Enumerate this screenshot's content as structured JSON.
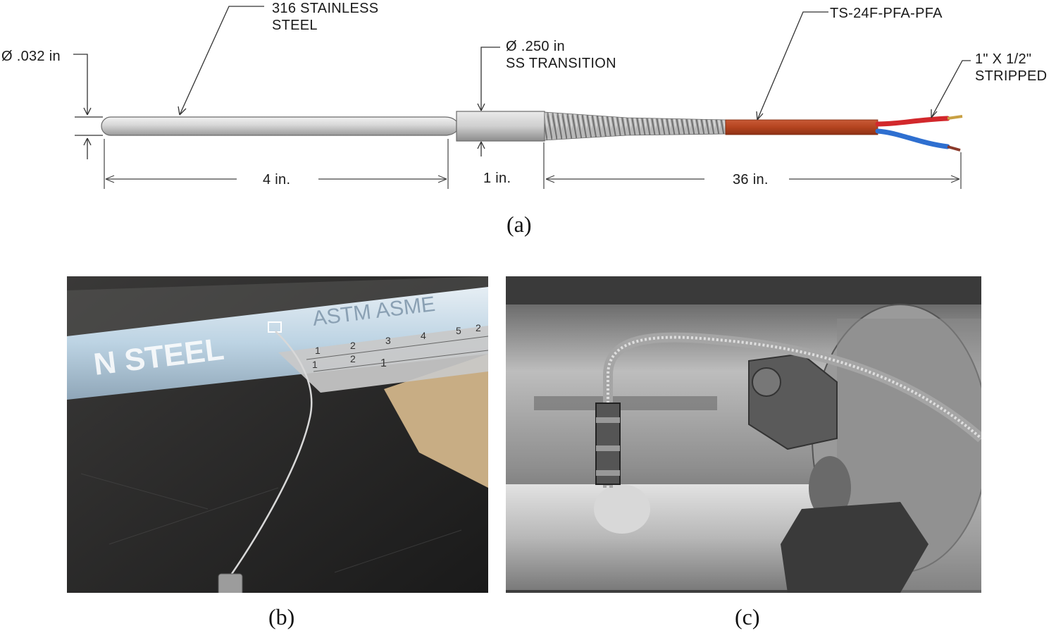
{
  "figure": {
    "panel_a": {
      "caption": "(a)",
      "labels": {
        "material_line1": "316 STAINLESS",
        "material_line2": "STEEL",
        "tip_diameter": "Ø .032 in",
        "transition_line1": "Ø .250 in",
        "transition_line2": "SS TRANSITION",
        "wire_type": "TS-24F-PFA-PFA",
        "stripped_line1": "1\" X 1/2\"",
        "stripped_line2": "STRIPPED",
        "dim_probe": "4 in.",
        "dim_transition": "1 in.",
        "dim_wire": "36 in."
      }
    },
    "panel_b": {
      "caption": "(b)",
      "pipe_text_1": "N STEEL",
      "pipe_text_2": "ASTM ASME",
      "ruler_marks": [
        "1",
        "2",
        "3",
        "4",
        "5",
        "2"
      ],
      "ruler_sub": [
        "1",
        "2",
        "1"
      ]
    },
    "panel_c": {
      "caption": "(c)"
    }
  },
  "colors": {
    "sheath": "#b84a2a",
    "wire_red": "#d2282c",
    "wire_blue": "#2e6fd0",
    "steel": "#cfd1d4"
  }
}
